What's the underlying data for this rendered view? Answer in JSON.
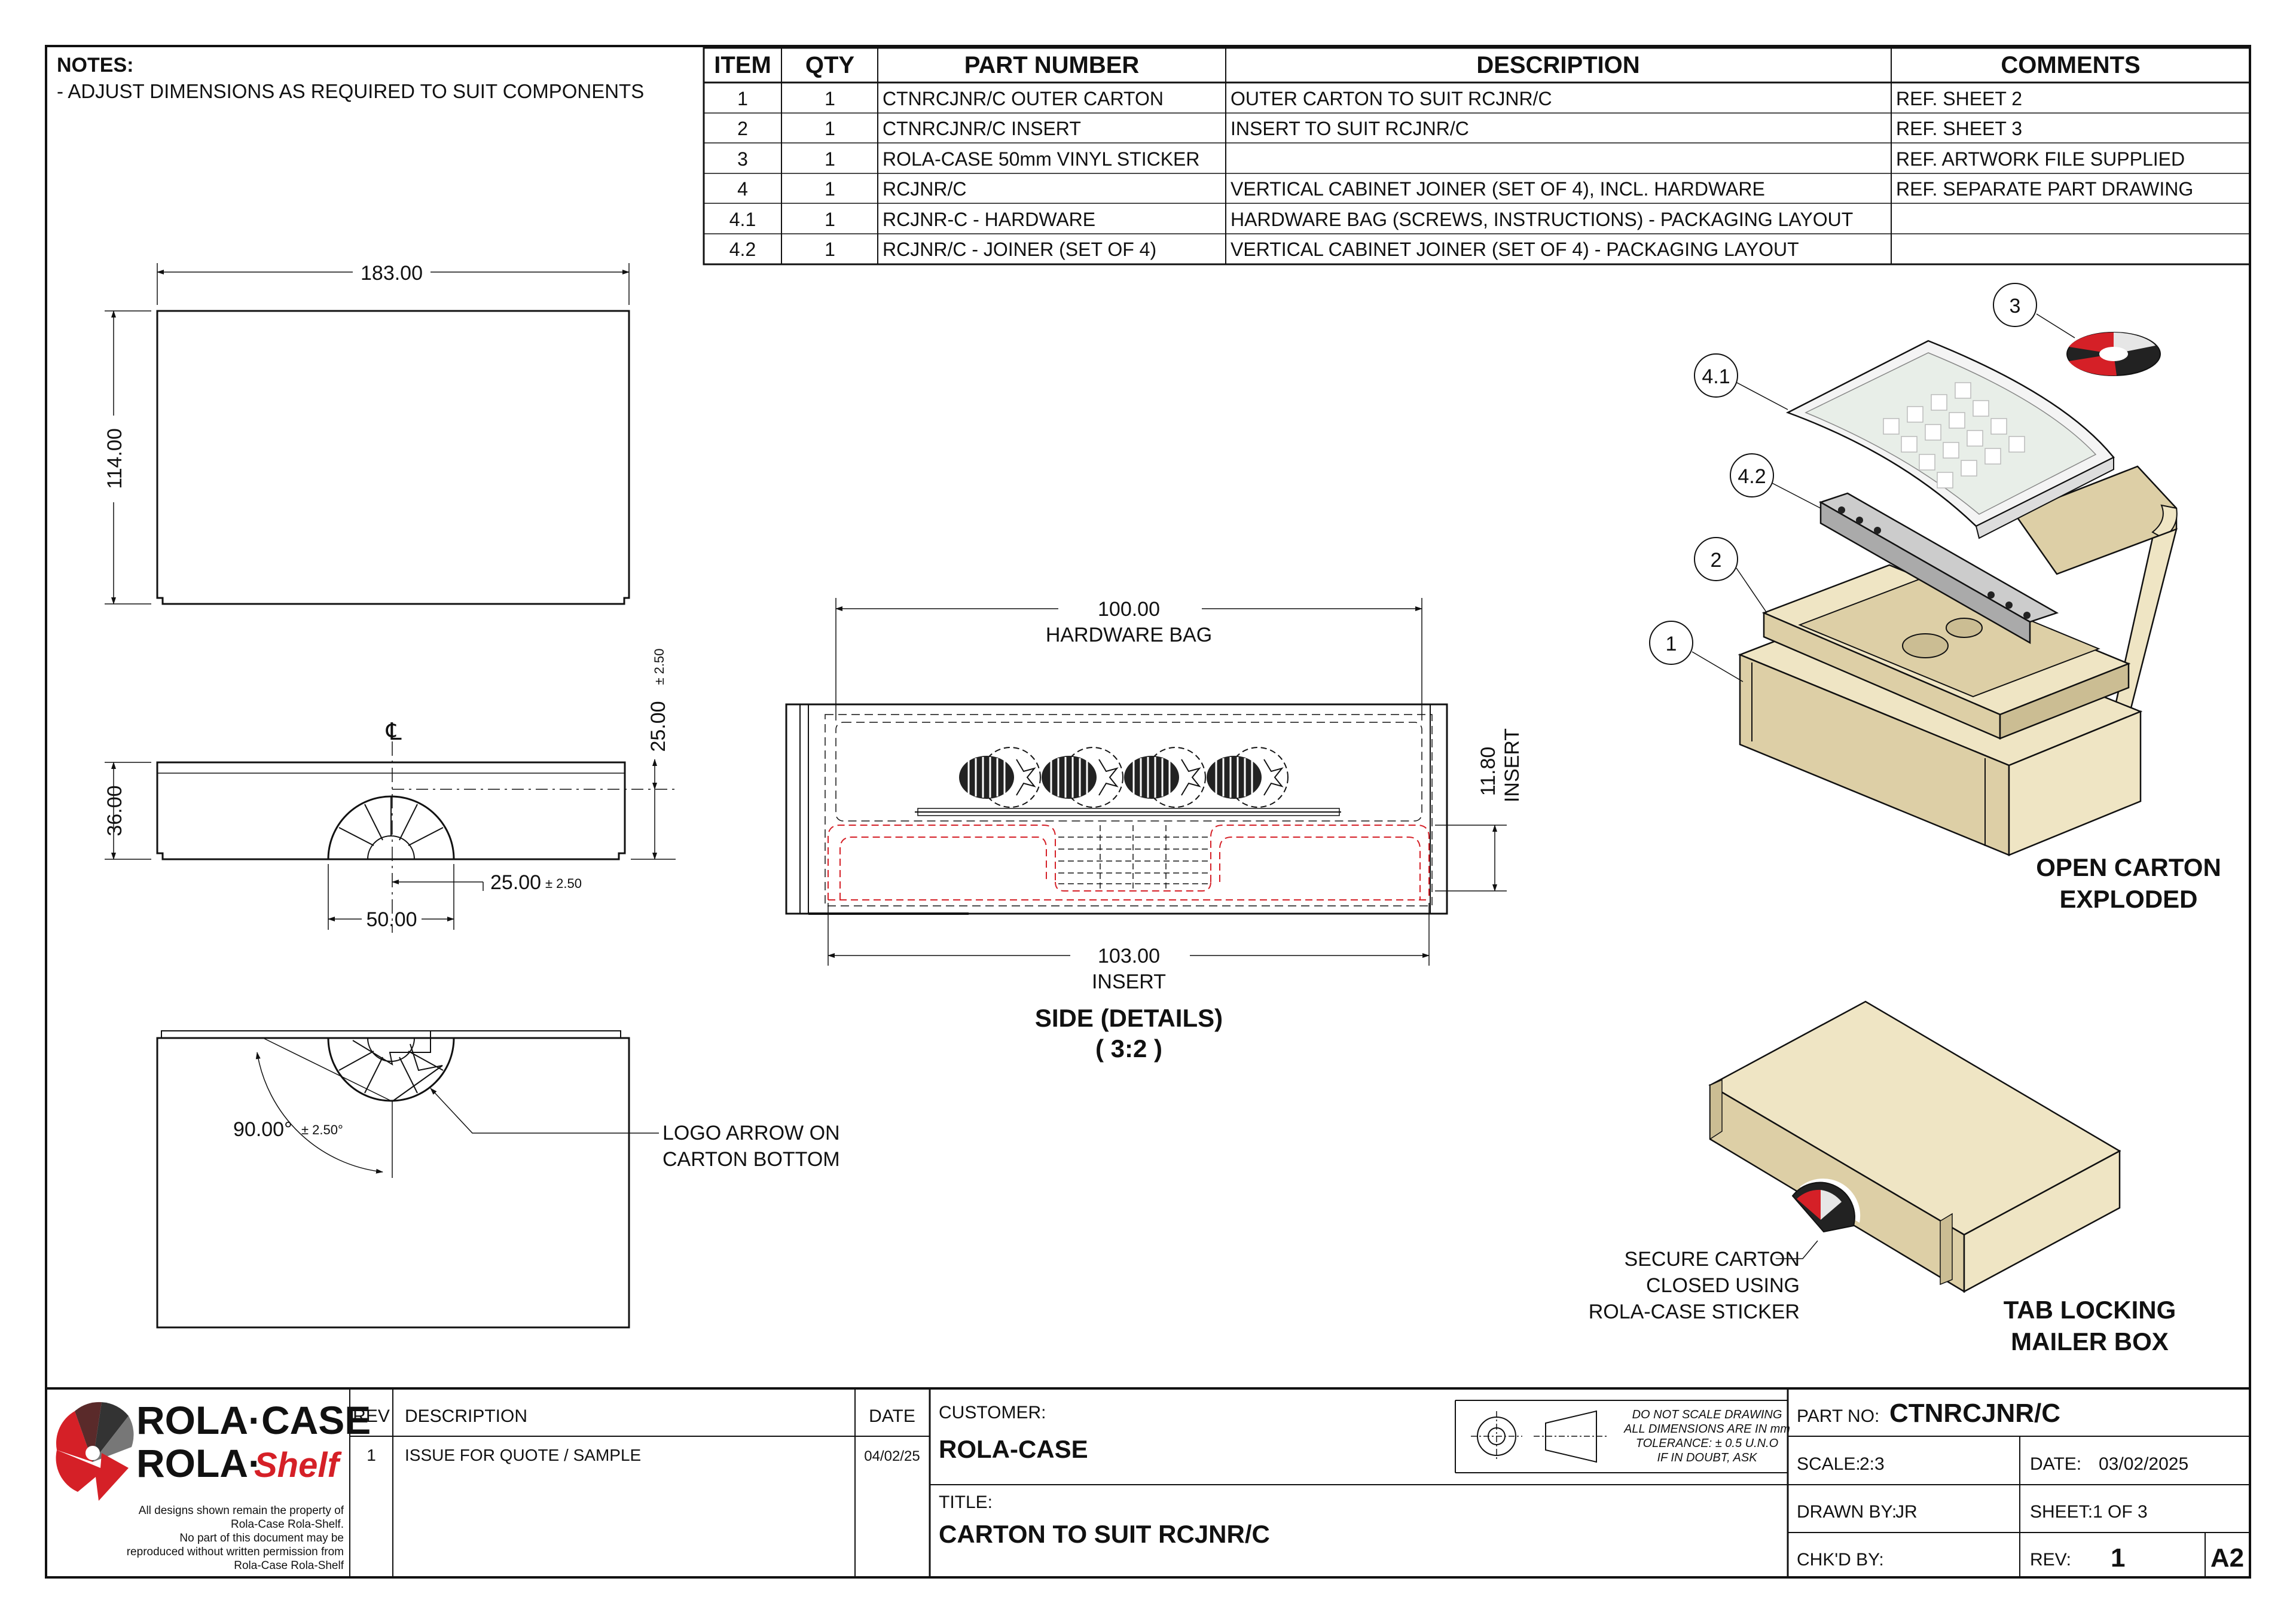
{
  "notes": {
    "heading": "NOTES:",
    "items": [
      "- ADJUST DIMENSIONS AS REQUIRED TO SUIT COMPONENTS"
    ]
  },
  "bom": {
    "headers": [
      "ITEM",
      "QTY",
      "PART NUMBER",
      "DESCRIPTION",
      "COMMENTS"
    ],
    "rows": [
      {
        "item": "1",
        "qty": "1",
        "part": "CTNRCJNR/C OUTER CARTON",
        "desc": "OUTER CARTON TO SUIT RCJNR/C",
        "comment": "REF. SHEET 2"
      },
      {
        "item": "2",
        "qty": "1",
        "part": "CTNRCJNR/C INSERT",
        "desc": "INSERT TO SUIT RCJNR/C",
        "comment": "REF. SHEET 3"
      },
      {
        "item": "3",
        "qty": "1",
        "part": "ROLA-CASE 50mm VINYL STICKER",
        "desc": "",
        "comment": "REF. ARTWORK FILE SUPPLIED"
      },
      {
        "item": "4",
        "qty": "1",
        "part": "RCJNR/C",
        "desc": "VERTICAL CABINET JOINER (SET OF 4), INCL. HARDWARE",
        "comment": "REF. SEPARATE PART DRAWING"
      },
      {
        "item": "4.1",
        "qty": "1",
        "part": "RCJNR-C - HARDWARE",
        "desc": "HARDWARE BAG (SCREWS, INSTRUCTIONS) - PACKAGING LAYOUT",
        "comment": ""
      },
      {
        "item": "4.2",
        "qty": "1",
        "part": "RCJNR/C - JOINER (SET OF 4)",
        "desc": "VERTICAL CABINET JOINER (SET OF 4) - PACKAGING LAYOUT",
        "comment": ""
      }
    ]
  },
  "dimensions": {
    "top_width": "183.00",
    "top_height": "114.00",
    "front_height": "36.00",
    "front_depth": "25.00",
    "front_depth_tol": "± 2.50",
    "front_offset": "25.00",
    "front_offset_tol": "± 2.50",
    "front_width": "50.00",
    "centerline": "℄",
    "angle": "90.00°",
    "angle_tol": "± 2.50°",
    "logo_note_1": "LOGO ARROW ON",
    "logo_note_2": "CARTON BOTTOM",
    "side_top": "100.00",
    "side_top_label": "HARDWARE BAG",
    "side_right": "11.80",
    "side_right_label": "INSERT",
    "side_bottom": "103.00",
    "side_bottom_label": "INSERT",
    "side_title": "SIDE (DETAILS)",
    "side_scale": "( 3:2 )"
  },
  "iso": {
    "balloons": [
      "3",
      "4.1",
      "4.2",
      "2",
      "1"
    ],
    "open_title_1": "OPEN CARTON",
    "open_title_2": "EXPLODED",
    "closed_title_1": "TAB LOCKING",
    "closed_title_2": "MAILER BOX",
    "secure_1": "SECURE CARTON",
    "secure_2": "CLOSED USING",
    "secure_3": "ROLA-CASE STICKER"
  },
  "title_block": {
    "brand_1": "ROLA·CASE",
    "brand_2a": "ROLA·",
    "brand_2b": "Shelf",
    "disclaimer": [
      "All designs shown remain the property of",
      "Rola-Case Rola-Shelf.",
      "No part of this document may be",
      "reproduced without written permission from",
      "Rola-Case Rola-Shelf"
    ],
    "rev_header": "REV",
    "desc_header": "DESCRIPTION",
    "date_header": "DATE",
    "rev_value": "1",
    "rev_desc": "ISSUE FOR QUOTE / SAMPLE",
    "rev_date": "04/02/25",
    "customer_label": "CUSTOMER:",
    "customer": "ROLA-CASE",
    "title_label": "TITLE:",
    "title": "CARTON TO SUIT RCJNR/C",
    "scale_note": [
      "DO NOT SCALE DRAWING",
      "ALL DIMENSIONS ARE IN mm",
      "TOLERANCE: ± 0.5 U.N.O",
      "IF IN DOUBT, ASK"
    ],
    "part_no_label": "PART NO:",
    "part_no": "CTNRCJNR/C",
    "scale_label": "SCALE:",
    "scale": "2:3",
    "date_label": "DATE:",
    "date": "03/02/2025",
    "drawn_label": "DRAWN BY:",
    "drawn": "JR",
    "sheet_label": "SHEET:",
    "sheet": "1 OF 3",
    "chkd_label": "CHK'D BY:",
    "chkd": "",
    "rev_label": "REV:",
    "rev": "1",
    "size": "A2"
  },
  "colors": {
    "cardboard": "#efe5c4",
    "cardboard_side": "#ddcfa6",
    "cardboard_dark": "#cbbd93",
    "brand_red": "#d52027",
    "logo_dark": "#333333",
    "hidden_red": "#d52027"
  }
}
